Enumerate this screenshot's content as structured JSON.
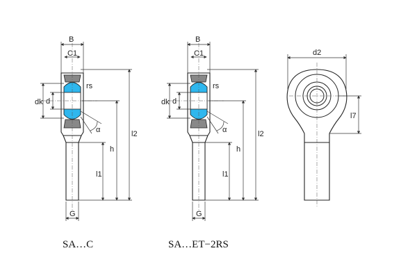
{
  "views": [
    {
      "id": "sa-c",
      "caption": "SA…C",
      "labels": {
        "B": "B",
        "C1": "C1",
        "rs": "rs",
        "dk": "dk",
        "d": "d",
        "alpha": "α",
        "h": "h",
        "l1": "l1",
        "l2": "l2",
        "G": "G"
      }
    },
    {
      "id": "sa-et-2rs",
      "caption": "SA…ET−2RS",
      "labels": {
        "B": "B",
        "C1": "C1",
        "rs": "rs",
        "dk": "dk",
        "d": "d",
        "alpha": "α",
        "h": "h",
        "l1": "l1",
        "l2": "l2",
        "G": "G"
      }
    },
    {
      "id": "side-view",
      "labels": {
        "d2": "d2",
        "l7": "l7"
      }
    }
  ],
  "colors": {
    "ball": "#2fb7ee",
    "seal_ring": "#888888",
    "body_fill": "#ffffff",
    "line": "#222222"
  }
}
